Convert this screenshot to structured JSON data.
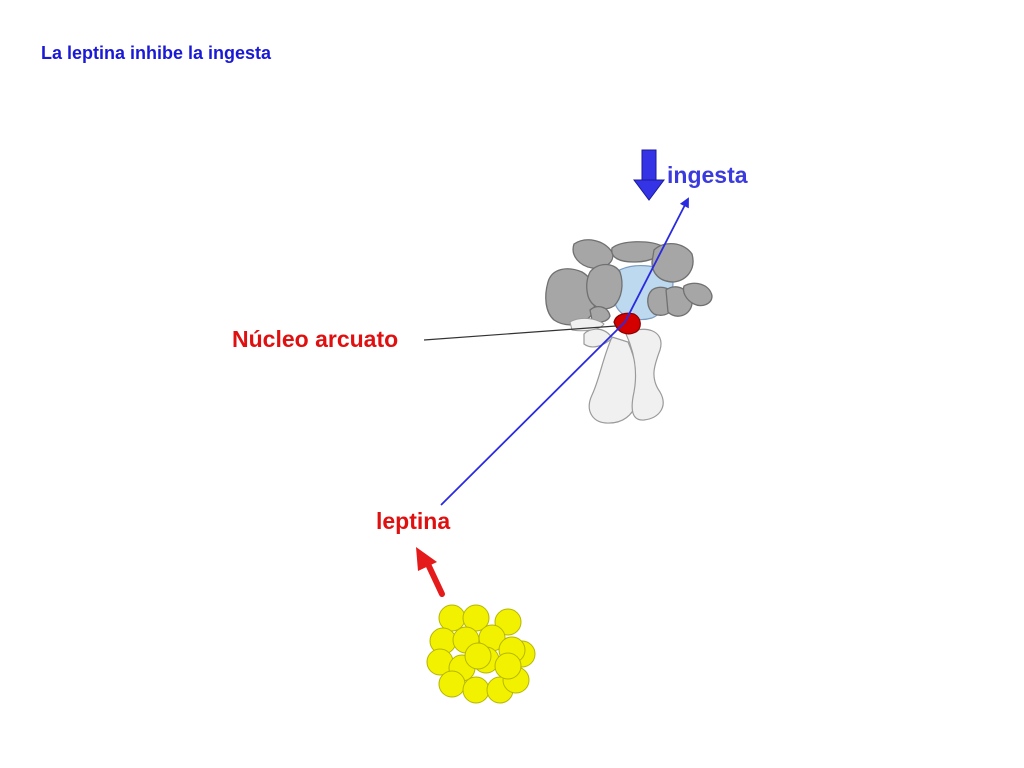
{
  "title": "La leptina inhibe la ingesta",
  "labels": {
    "ingesta": "ingesta",
    "nucleo_arcuato": "Núcleo arcuato",
    "leptina": "leptina"
  },
  "colors": {
    "title": "#1a1ad6",
    "blue_label": "#3a3adf",
    "red_label": "#e01010",
    "pathway_arrow": "#2a2ae0",
    "down_arrow": "#3434e6",
    "up_arrow": "#e51a1a",
    "nucleus": "#d40000",
    "fat_cells": "#f2f200",
    "brain_gray": "#a6a6a6",
    "ventricle": "#bcd9f0"
  },
  "icons": {
    "down_arrow": "arrow-down-icon",
    "up_arrow": "arrow-up-icon"
  }
}
